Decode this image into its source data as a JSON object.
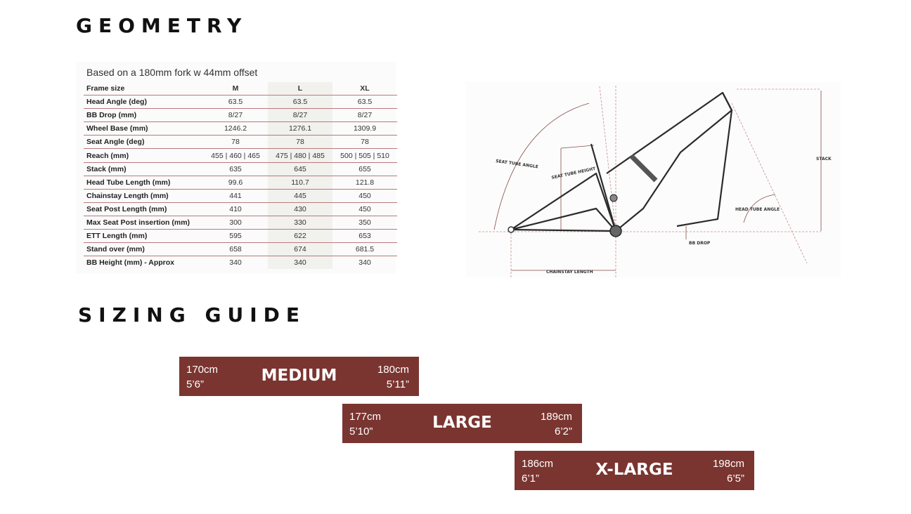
{
  "geometry": {
    "title": "GEOMETRY",
    "note": "Based on a 180mm fork w 44mm offset",
    "headers": [
      "Frame size",
      "M",
      "L",
      "XL"
    ],
    "rows": [
      [
        "Head Angle (deg)",
        "63.5",
        "63.5",
        "63.5"
      ],
      [
        "BB Drop (mm)",
        "8/27",
        "8/27",
        "8/27"
      ],
      [
        "Wheel Base (mm)",
        "1246.2",
        "1276.1",
        "1309.9"
      ],
      [
        "Seat Angle (deg)",
        "78",
        "78",
        "78"
      ],
      [
        "Reach (mm)",
        "455 | 460 | 465",
        "475 | 480 | 485",
        "500 | 505 | 510"
      ],
      [
        "Stack (mm)",
        "635",
        "645",
        "655"
      ],
      [
        "Head Tube Length (mm)",
        "99.6",
        "110.7",
        "121.8"
      ],
      [
        "Chainstay Length (mm)",
        "441",
        "445",
        "450"
      ],
      [
        "Seat Post Length (mm)",
        "410",
        "430",
        "450"
      ],
      [
        "Max Seat Post insertion (mm)",
        "300",
        "330",
        "350"
      ],
      [
        "ETT Length (mm)",
        "595",
        "622",
        "653"
      ],
      [
        "Stand over (mm)",
        "658",
        "674",
        "681.5"
      ],
      [
        "BB Height (mm) - Approx",
        "340",
        "340",
        "340"
      ]
    ]
  },
  "diagram": {
    "labels": {
      "seat_tube_angle": "SEAT TUBE ANGLE",
      "seat_tube_height": "SEAT TUBE HEIGHT",
      "stack": "STACK",
      "head_tube_angle": "HEAD TUBE ANGLE",
      "bb_drop": "BB DROP",
      "chainstay_length": "CHAINSTAY LENGTH"
    }
  },
  "sizing": {
    "title": "SIZING GUIDE",
    "sizes": [
      {
        "name": "MEDIUM",
        "min_cm": "170cm",
        "min_ft": "5’6”",
        "max_cm": "180cm",
        "max_ft": "5’11”"
      },
      {
        "name": "LARGE",
        "min_cm": "177cm",
        "min_ft": "5’10”",
        "max_cm": "189cm",
        "max_ft": "6’2”"
      },
      {
        "name": "X-LARGE",
        "min_cm": "186cm",
        "min_ft": "6’1”",
        "max_cm": "198cm",
        "max_ft": "6’5”"
      }
    ],
    "bar_color": "#7a3530"
  }
}
